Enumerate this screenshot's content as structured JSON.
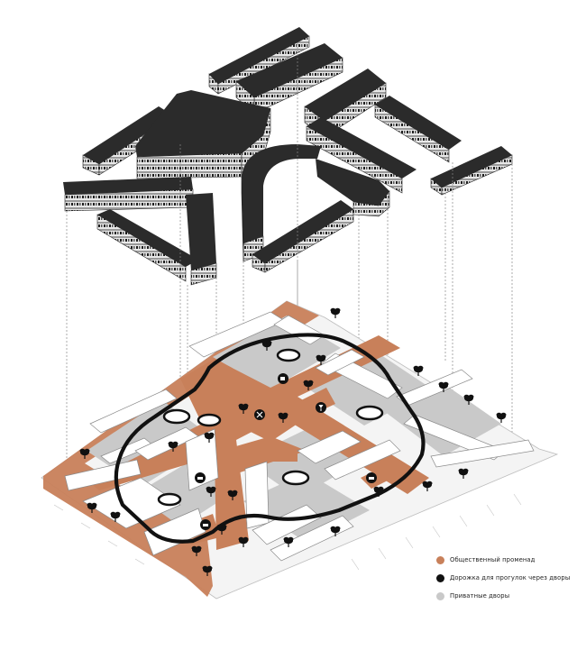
{
  "legend": [
    {
      "label": "Общественный променад",
      "color": "#c8805a"
    },
    {
      "label": "Дорожка для прогулок через дворы",
      "color": "#111111"
    },
    {
      "label": "Приватные дворы",
      "color": "#c9c9c9"
    }
  ],
  "colors": {
    "promenade": "#c8805a",
    "walk_path": "#111111",
    "private_courtyard": "#c9c9c9",
    "building_roof": "#ffffff",
    "building_wall": "#2a2a2a",
    "tree": "#111111"
  },
  "icons": [
    "cafe-cup-icon",
    "restaurant-cutlery-icon",
    "wine-glass-icon",
    "shopping-basket-icon"
  ]
}
